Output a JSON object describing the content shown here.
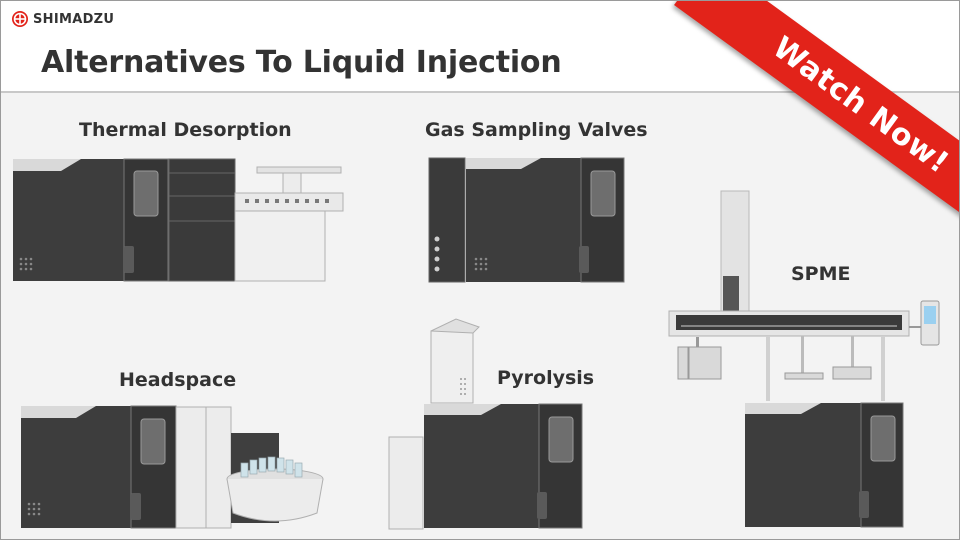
{
  "brand": {
    "name": "SHIMADZU",
    "color": "#e2231a"
  },
  "slide": {
    "title": "Alternatives To Liquid Injection"
  },
  "techniques": [
    {
      "label": "Thermal Desorption"
    },
    {
      "label": "Gas Sampling Valves"
    },
    {
      "label": "SPME"
    },
    {
      "label": "Headspace"
    },
    {
      "label": "Pyrolysis"
    }
  ],
  "banner": {
    "label": "Watch Now!",
    "color": "#e2231a"
  }
}
